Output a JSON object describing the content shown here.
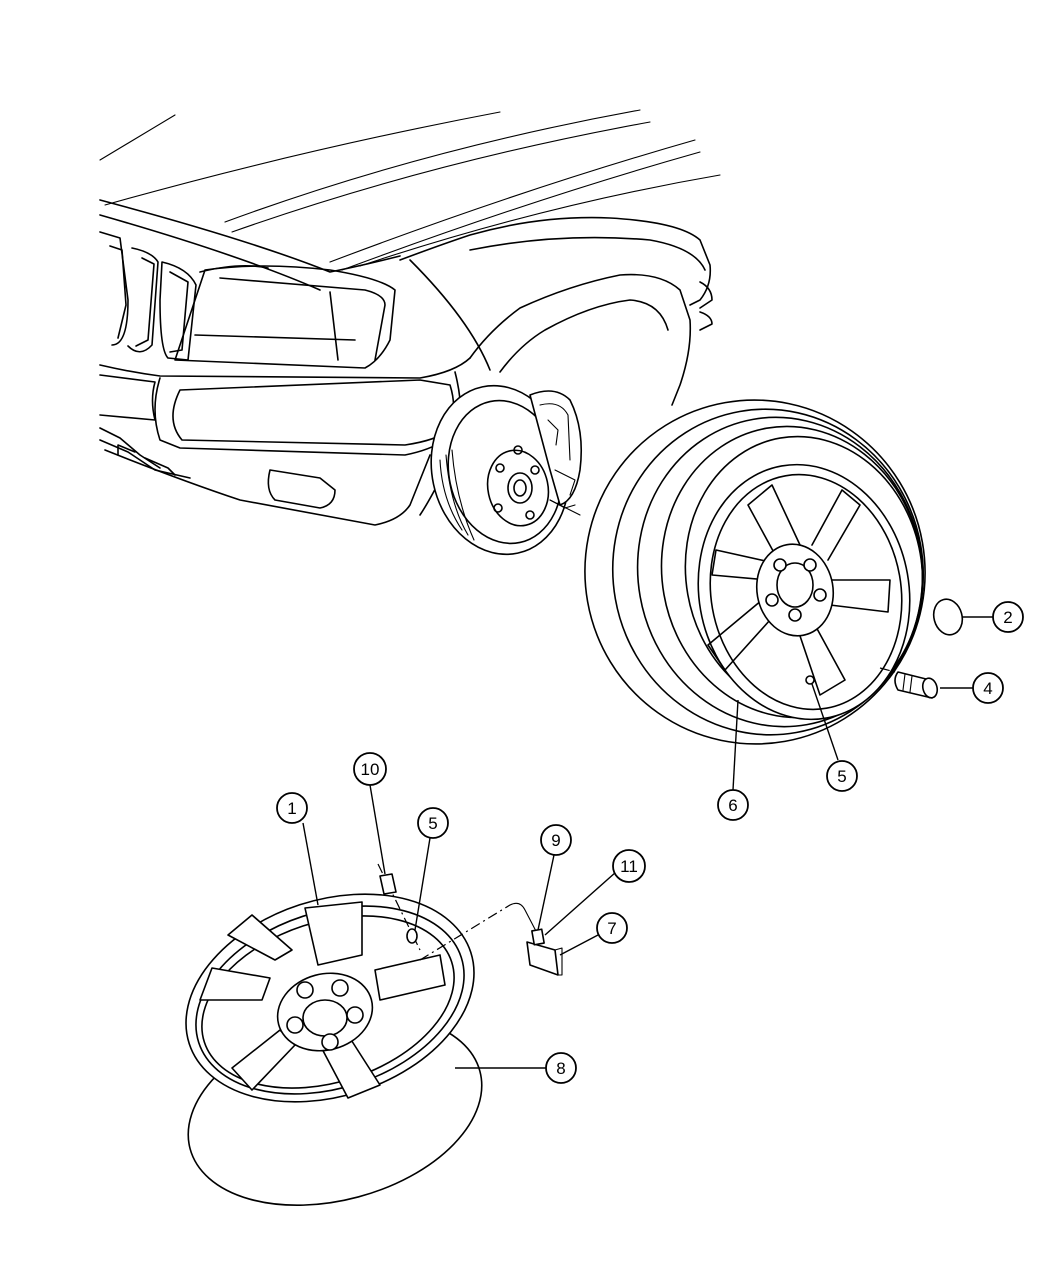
{
  "diagram": {
    "callouts": [
      {
        "id": "callout-1",
        "label": "1"
      },
      {
        "id": "callout-2",
        "label": "2"
      },
      {
        "id": "callout-4",
        "label": "4"
      },
      {
        "id": "callout-5a",
        "label": "5"
      },
      {
        "id": "callout-5b",
        "label": "5"
      },
      {
        "id": "callout-6",
        "label": "6"
      },
      {
        "id": "callout-7",
        "label": "7"
      },
      {
        "id": "callout-8",
        "label": "8"
      },
      {
        "id": "callout-9",
        "label": "9"
      },
      {
        "id": "callout-10",
        "label": "10"
      },
      {
        "id": "callout-11",
        "label": "11"
      }
    ]
  }
}
